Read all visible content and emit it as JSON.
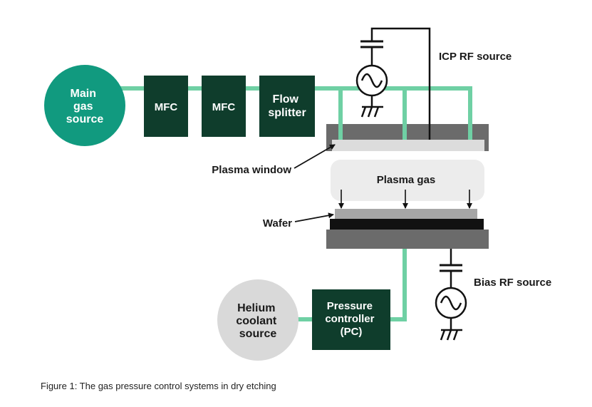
{
  "diagram": {
    "main_gas_source": [
      "Main",
      "gas",
      "source"
    ],
    "mfc_1": "MFC",
    "mfc_2": "MFC",
    "flow_splitter": [
      "Flow",
      "splitter"
    ],
    "icp_rf_source": "ICP RF source",
    "plasma_window": "Plasma window",
    "plasma_gas": "Plasma gas",
    "wafer": "Wafer",
    "bias_rf_source": "Bias RF source",
    "helium_source": [
      "Helium",
      "coolant",
      "source"
    ],
    "pressure_controller": [
      "Pressure",
      "controller",
      "(PC)"
    ]
  },
  "colors": {
    "gas_line": "#6fd0a4",
    "main_source": "#119a7f",
    "dark_box": "#0f3d2c",
    "helium_circle": "#d9d9d9",
    "chamber_gray": "#6b6b6b",
    "window_light": "#dcdcdc",
    "plasma_region": "#ececec",
    "wafer_gray": "#a6a6a6",
    "chuck_black": "#111111"
  },
  "caption": "Figure 1: The gas pressure control systems in dry etching"
}
